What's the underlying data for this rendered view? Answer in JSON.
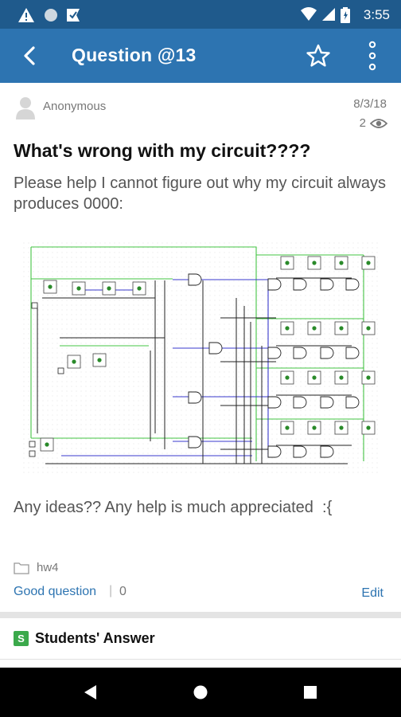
{
  "status_bar": {
    "time": "3:55",
    "icons": [
      "warning-icon",
      "circle-icon",
      "checkmark-flag-icon",
      "wifi-icon",
      "cell-signal-icon",
      "battery-icon"
    ]
  },
  "app_bar": {
    "title": "Question @13",
    "icons": [
      "back-arrow-icon",
      "star-icon",
      "more-vert-icon"
    ]
  },
  "post": {
    "author": "Anonymous",
    "date": "8/3/18",
    "views": "2",
    "title": "What's wrong with my circuit????",
    "body_intro": "Please help I cannot figure out why my circuit always produces 0000:",
    "body_outro": "Any ideas?? Any help is much appreciated  :{",
    "folder": "hw4",
    "good_question_label": "Good question",
    "good_question_separator": "|",
    "good_question_count": "0",
    "edit_label": "Edit"
  },
  "answers": {
    "badge": "S",
    "title": "Students' Answer"
  },
  "navigation": {
    "icons": [
      "nav-back-icon",
      "nav-home-icon",
      "nav-recents-icon"
    ]
  },
  "colors": {
    "status_bar": "#1f5a8c",
    "app_bar": "#2d74b1",
    "link": "#2d74b1",
    "badge_green": "#3ba94b",
    "wire_green": "#43c443",
    "wire_blue": "#3a3acc"
  }
}
